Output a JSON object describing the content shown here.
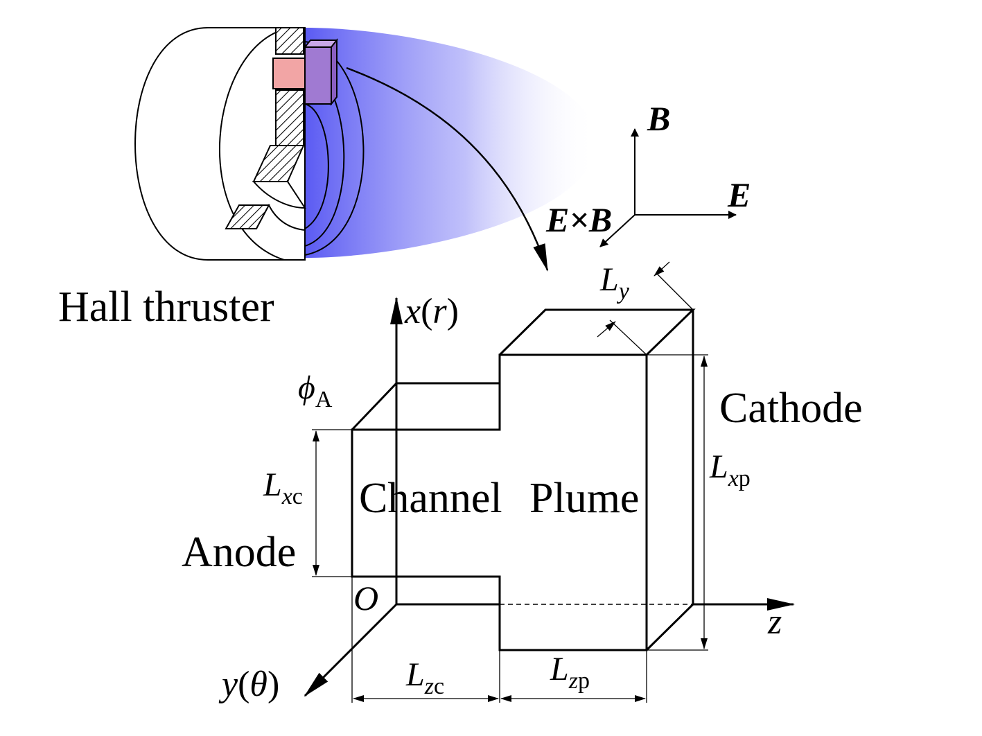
{
  "thruster_label": "Hall thruster",
  "axes": {
    "x": {
      "var": "x",
      "paren_open": "(",
      "arg": "r",
      "paren_close": ")"
    },
    "y": {
      "var": "y",
      "paren_open": "(",
      "arg": "θ",
      "paren_close": ")"
    },
    "z": "z",
    "origin": "O"
  },
  "field_triad": {
    "b": "B",
    "e": "E",
    "exb": "E×B"
  },
  "regions": {
    "anode": "Anode",
    "cathode": "Cathode",
    "channel": "Channel",
    "plume": "Plume"
  },
  "potential": {
    "symbol": "ϕ",
    "subscript": "A"
  },
  "dimensions": {
    "ly": {
      "main": "L",
      "sub": "y"
    },
    "lxc": {
      "main": "L",
      "sub_i": "x",
      "sub_r": "c"
    },
    "lxp": {
      "main": "L",
      "sub_i": "x",
      "sub_r": "p"
    },
    "lzc": {
      "main": "L",
      "sub_i": "z",
      "sub_r": "c"
    },
    "lzp": {
      "main": "L",
      "sub_i": "z",
      "sub_r": "p"
    }
  },
  "colors": {
    "plume_fill": "#4b4bf0",
    "channel_insert": "#f2a5a5",
    "domain_box": "#a07ad2"
  }
}
